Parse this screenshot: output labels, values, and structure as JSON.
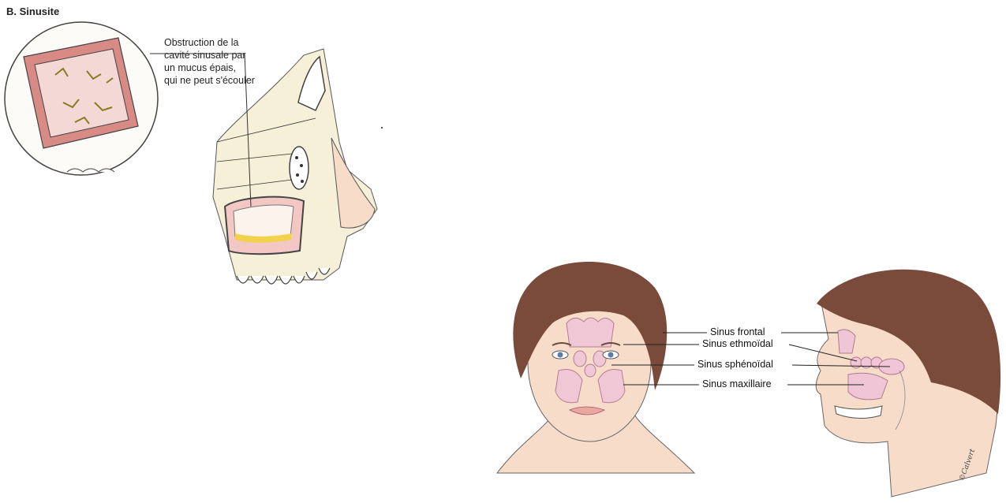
{
  "section_title": "B. Sinusite",
  "obstruction_caption": [
    "Obstruction de la",
    "cavité sinusale par",
    "un mucus épais,",
    "qui ne peut s'écouler"
  ],
  "sinus_labels": {
    "frontal": "Sinus frontal",
    "ethmoidal": "Sinus ethmoïdal",
    "sphenoidal": "Sinus sphénoïdal",
    "maxillaire": "Sinus maxillaire"
  },
  "signature": "©Calvert",
  "colors": {
    "skin": "#f7dcc9",
    "hair": "#7a4a3a",
    "sinus_pink": "#f0c6d6",
    "mucus_yellow": "#f2d24a",
    "bone_cream": "#f6f0d8"
  }
}
